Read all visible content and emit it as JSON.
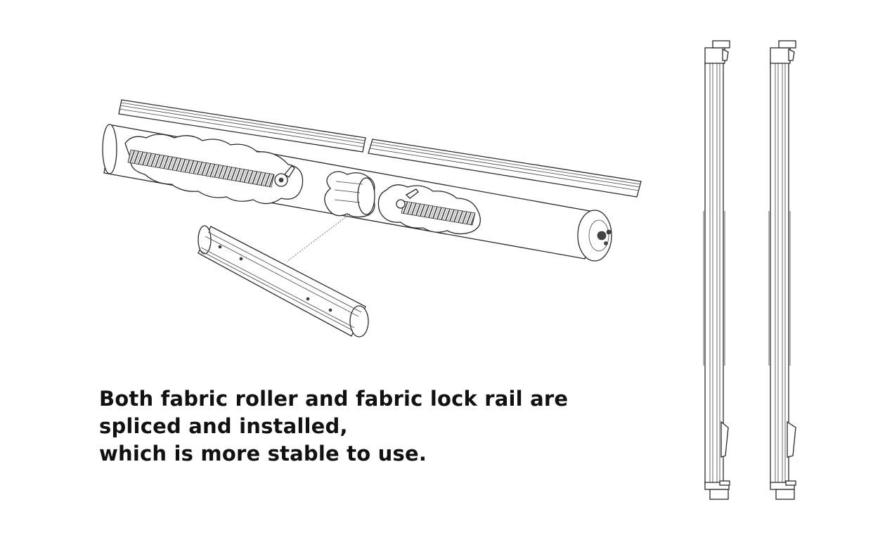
{
  "caption": {
    "line1": "Both fabric roller and fabric lock rail are",
    "line2": "spliced and installed,",
    "line3": "which is more stable to use."
  },
  "colors": {
    "background": "#ffffff",
    "text": "#111111",
    "line": "#2a2a2a"
  }
}
